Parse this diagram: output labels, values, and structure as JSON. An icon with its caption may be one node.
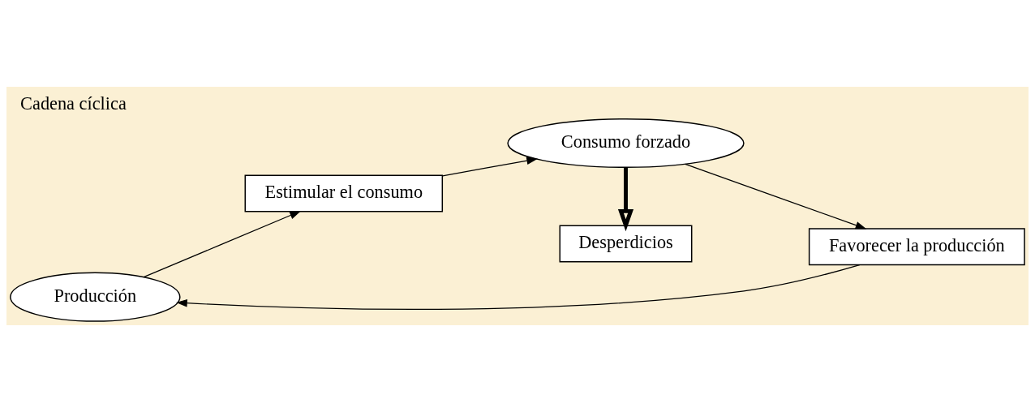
{
  "diagram": {
    "title": "Cadena cíclica",
    "nodes": [
      {
        "text": [
          "Producción"
        ]
      },
      {
        "text": [
          "Estimular el consumo"
        ]
      },
      {
        "text": [
          "Consumo forzado"
        ]
      },
      {
        "text": [
          "Favorecer la producción"
        ]
      },
      {
        "text": [
          "Desperdicios"
        ]
      }
    ],
    "edges": [
      {
        "from": 0,
        "to": 1,
        "arrow": "to"
      },
      {
        "from": 1,
        "to": 2,
        "arrow": "to"
      },
      {
        "from": 2,
        "to": 3,
        "arrow": "to"
      },
      {
        "from": 3,
        "to": 0,
        "arrow": "to"
      },
      {
        "from": 2,
        "to": 4,
        "arrow": "to",
        "style": "thick"
      }
    ]
  }
}
